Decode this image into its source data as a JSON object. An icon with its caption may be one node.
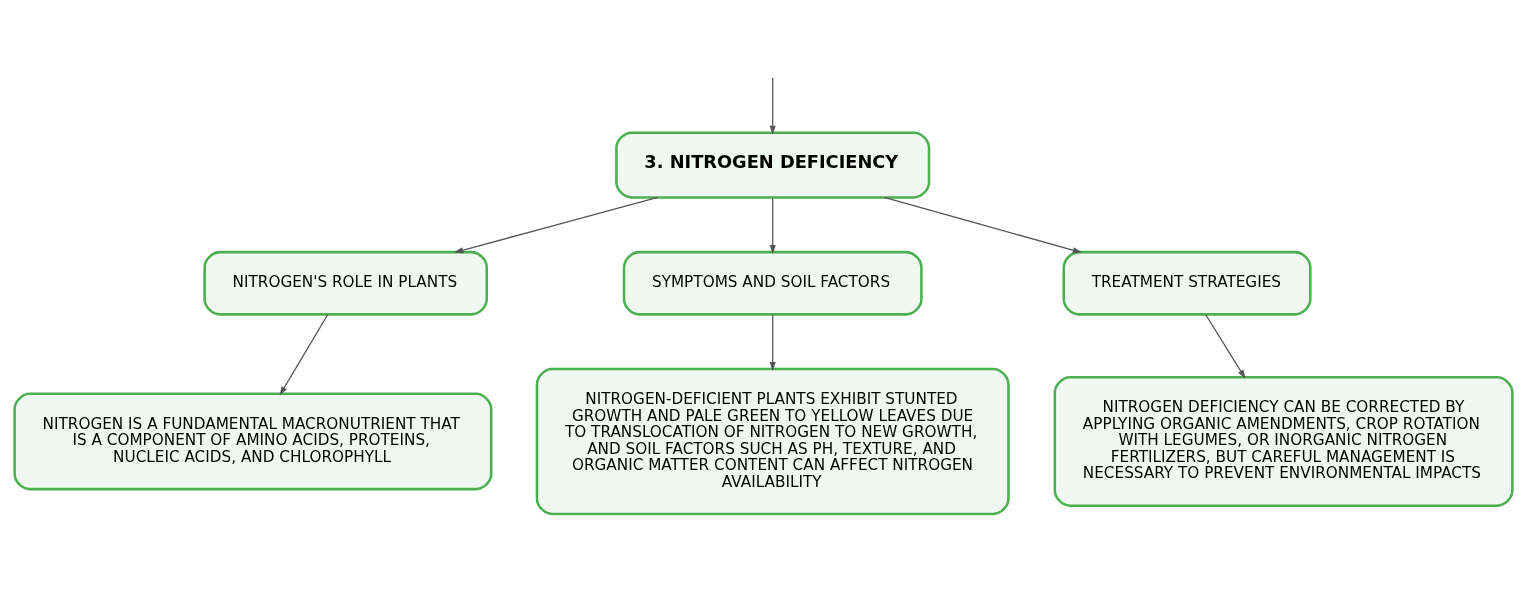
{
  "diagram": {
    "nodes": [
      {
        "text": [
          "3. NITROGEN DEFICIENCY"
        ]
      },
      {
        "text": [
          "NITROGEN'S ROLE IN PLANTS"
        ]
      },
      {
        "text": [
          "SYMPTOMS AND SOIL FACTORS"
        ]
      },
      {
        "text": [
          "TREATMENT STRATEGIES"
        ]
      },
      {
        "text": [
          "NITROGEN IS A FUNDAMENTAL MACRONUTRIENT THAT IS A COMPONENT OF AMINO ACIDS, PROTEINS, NUCLEIC ACIDS, AND CHLOROPHYLL"
        ]
      },
      {
        "text": [
          "NITROGEN-DEFICIENT PLANTS EXHIBIT STUNTED GROWTH AND PALE GREEN TO YELLOW LEAVES DUE TO TRANSLOCATION OF NITROGEN TO NEW GROWTH, AND SOIL FACTORS SUCH AS PH, TEXTURE, AND ORGANIC MATTER CONTENT CAN AFFECT NITROGEN AVAILABILITY"
        ]
      },
      {
        "text": [
          "NITROGEN DEFICIENCY CAN BE CORRECTED BY APPLYING ORGANIC AMENDMENTS, CROP ROTATION WITH LEGUMES, OR INORGANIC NITROGEN FERTILIZERS, BUT CAREFUL MANAGEMENT IS NECESSARY TO PREVENT ENVIRONMENTAL IMPACTS"
        ]
      }
    ],
    "edges": [
      {
        "from": null,
        "to": 0,
        "arrow": "to"
      },
      {
        "from": 0,
        "to": 1,
        "arrow": "to"
      },
      {
        "from": 0,
        "to": 2,
        "arrow": "to"
      },
      {
        "from": 0,
        "to": 3,
        "arrow": "to"
      },
      {
        "from": 1,
        "to": 4,
        "arrow": "to"
      },
      {
        "from": 2,
        "to": 5,
        "arrow": "to"
      },
      {
        "from": 3,
        "to": 6,
        "arrow": "to"
      }
    ]
  }
}
